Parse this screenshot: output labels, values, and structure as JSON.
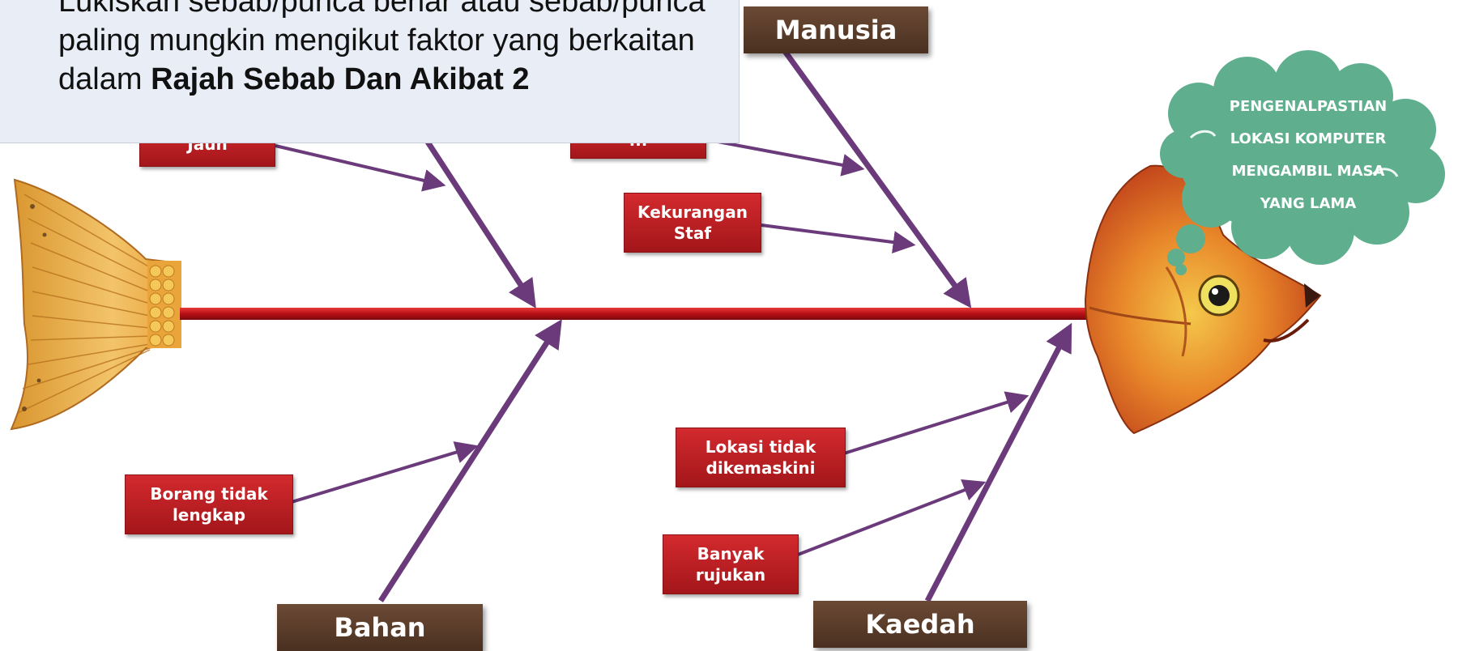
{
  "instruction": {
    "text": "Lukiskan sebab/punca benar atau sebab/punca paling mungkin mengikut faktor yang berkaitan dalam",
    "bold": "Rajah Sebab Dan Akibat 2"
  },
  "categories": {
    "manusia": "Manusia",
    "bahan": "Bahan",
    "kaedah": "Kaedah"
  },
  "causes": {
    "jauh": "Jauh",
    "partial": "...",
    "kekurangan_staf": [
      "Kekurangan",
      "Staf"
    ],
    "borang_tidak_lengkap": [
      "Borang tidak",
      "lengkap"
    ],
    "lokasi_tidak_dikemaskini": [
      "Lokasi tidak",
      "dikemaskini"
    ],
    "banyak_rujukan": [
      "Banyak",
      "rujukan"
    ]
  },
  "effect": {
    "lines": [
      "PENGENALPASTIAN",
      "LOKASI KOMPUTER",
      "MENGAMBIL MASA",
      "YANG LAMA"
    ]
  },
  "colors": {
    "spine": "#c0141a",
    "arrow": "#6b3a7a",
    "cause_box": "#b51c20",
    "category_box": "#5a3c28",
    "cloud": "#5fae8e",
    "instruction_bg": "#e8edf6"
  }
}
